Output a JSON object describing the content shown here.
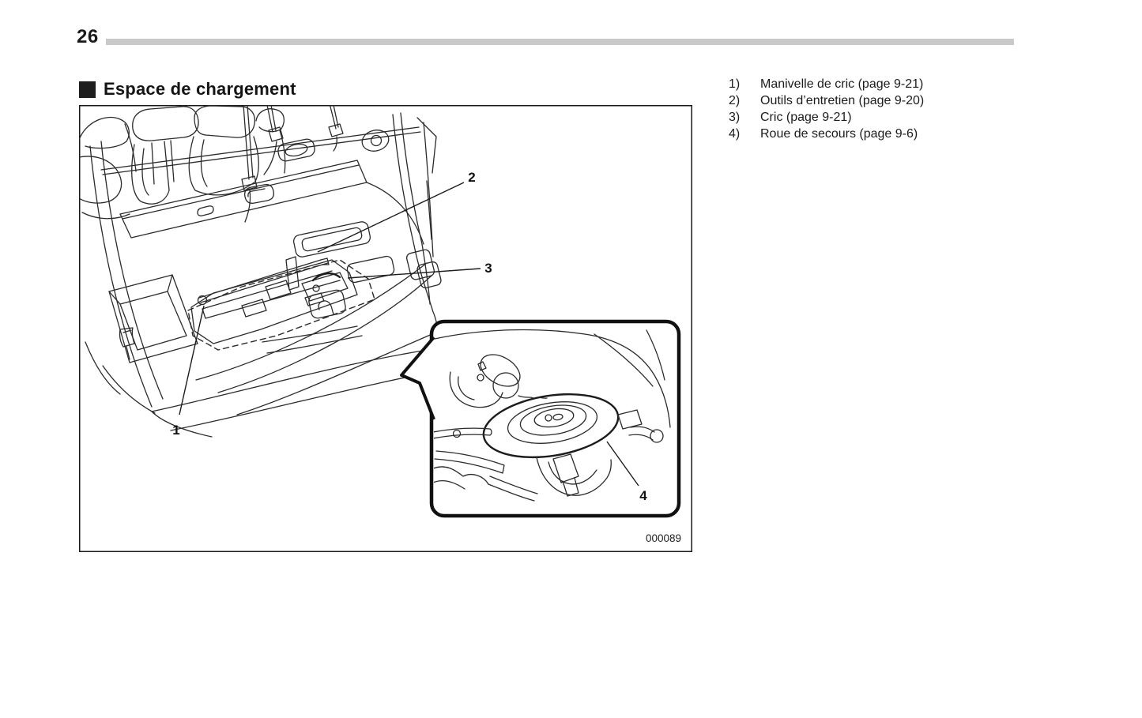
{
  "page": {
    "number": "26"
  },
  "section": {
    "title": "Espace de chargement"
  },
  "figure": {
    "code": "000089",
    "callouts": {
      "c1": "1",
      "c2": "2",
      "c3": "3",
      "c4": "4"
    }
  },
  "legend": {
    "items": [
      {
        "num": "1)",
        "label": "Manivelle de cric (page 9-21)"
      },
      {
        "num": "2)",
        "label": "Outils d’entretien (page 9-20)"
      },
      {
        "num": "3)",
        "label": "Cric (page 9-21)"
      },
      {
        "num": "4)",
        "label": "Roue de secours (page 9-6)"
      }
    ]
  }
}
